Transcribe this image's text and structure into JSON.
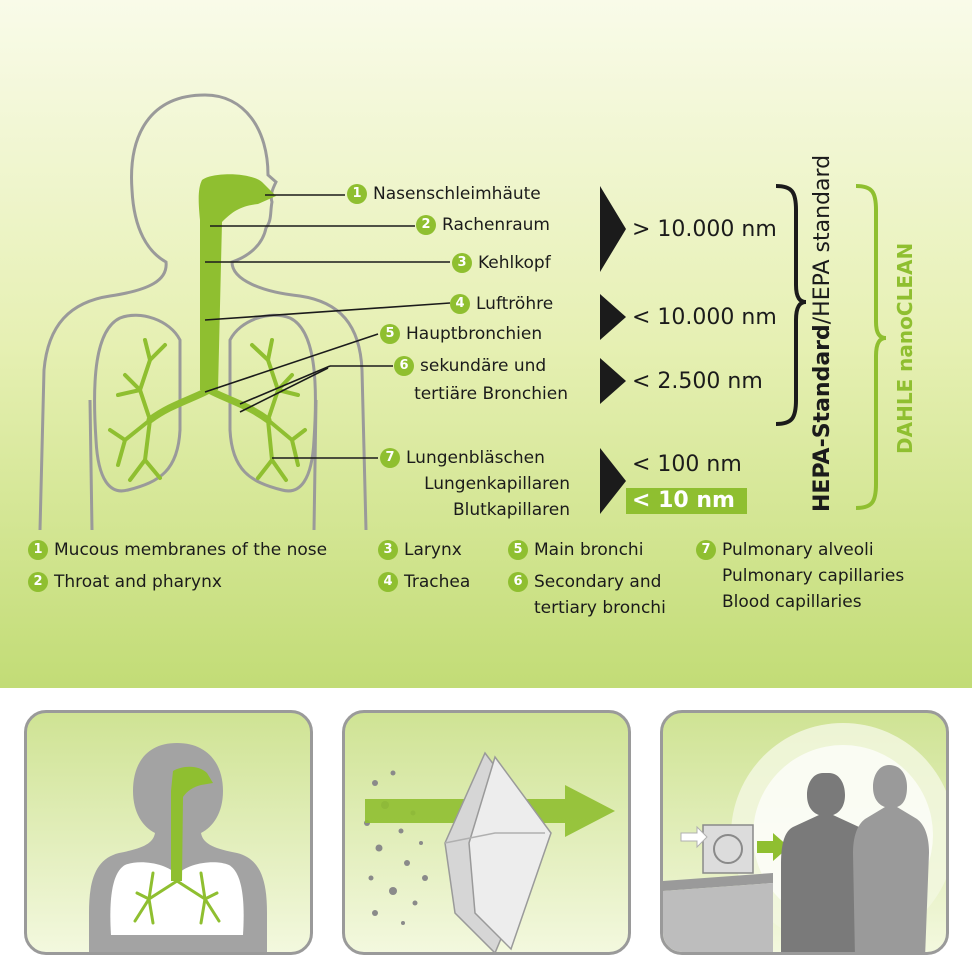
{
  "colors": {
    "accent_green": "#8fbf30",
    "outline_grey": "#9a9a9a",
    "dark": "#1b1b1b"
  },
  "diagram_labels": [
    {
      "n": "1",
      "text": "Nasenschleimhäute"
    },
    {
      "n": "2",
      "text": "Rachenraum"
    },
    {
      "n": "3",
      "text": "Kehlkopf"
    },
    {
      "n": "4",
      "text": "Luftröhre"
    },
    {
      "n": "5",
      "text": "Hauptbronchien"
    },
    {
      "n": "6",
      "lines": [
        "sekundäre und",
        "tertiäre Bronchien"
      ]
    },
    {
      "n": "7",
      "lines": [
        "Lungenbläschen",
        "Lungenkapillaren",
        "Blutkapillaren"
      ]
    }
  ],
  "particle_sizes": [
    "> 10.000 nm",
    "< 10.000 nm",
    "< 2.500 nm",
    "< 100 nm",
    "< 10 nm"
  ],
  "brackets": {
    "hepa_bold": "HEPA-Standard",
    "hepa_rest": "/HEPA standard",
    "dahle": "DAHLE nanoCLEAN"
  },
  "legend": {
    "col1": [
      {
        "n": "1",
        "text": "Mucous membranes of the nose"
      },
      {
        "n": "2",
        "text": "Throat and pharynx"
      }
    ],
    "col2": [
      {
        "n": "3",
        "text": "Larynx"
      },
      {
        "n": "4",
        "text": "Trachea"
      }
    ],
    "col3": [
      {
        "n": "5",
        "text": "Main bronchi"
      },
      {
        "n": "6",
        "lines": [
          "Secondary and",
          "tertiary bronchi"
        ]
      }
    ],
    "col4": [
      {
        "n": "7",
        "lines": [
          "Pulmonary alveoli",
          "Pulmonary capillaries",
          "Blood capillaries"
        ]
      }
    ]
  },
  "panels": [
    {
      "icon": "human-respiratory-icon"
    },
    {
      "icon": "filter-arrow-icon"
    },
    {
      "icon": "purifier-people-icon"
    }
  ]
}
